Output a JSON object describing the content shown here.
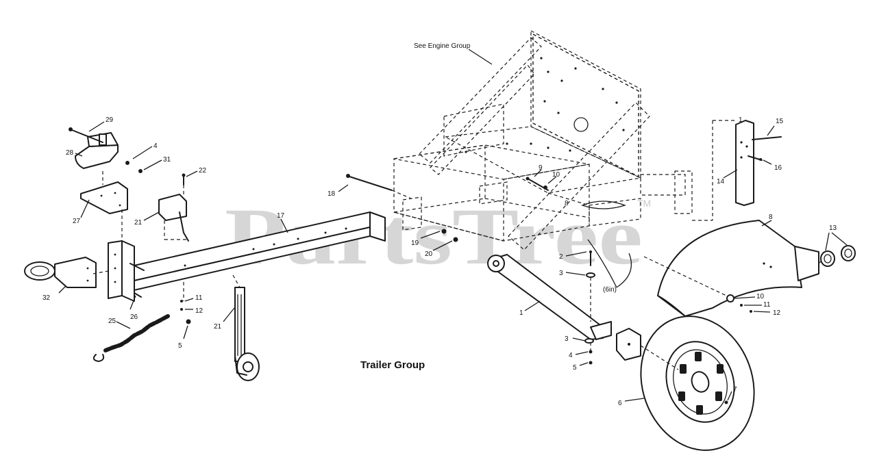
{
  "title": "Trailer Group",
  "note": "See Engine Group",
  "watermark": "PartsTree",
  "watermark_tm": "TM",
  "callouts": [
    {
      "id": "c29",
      "text": "29"
    },
    {
      "id": "c28",
      "text": "28"
    },
    {
      "id": "c4a",
      "text": "4"
    },
    {
      "id": "c31",
      "text": "31"
    },
    {
      "id": "c27",
      "text": "27"
    },
    {
      "id": "c22",
      "text": "22"
    },
    {
      "id": "c21a",
      "text": "21"
    },
    {
      "id": "c17",
      "text": "17"
    },
    {
      "id": "c18",
      "text": "18"
    },
    {
      "id": "c9",
      "text": "9"
    },
    {
      "id": "c10a",
      "text": "10"
    },
    {
      "id": "c19",
      "text": "19"
    },
    {
      "id": "c20",
      "text": "20"
    },
    {
      "id": "c32",
      "text": "32"
    },
    {
      "id": "c26",
      "text": "26"
    },
    {
      "id": "c25",
      "text": "25"
    },
    {
      "id": "c11a",
      "text": "11"
    },
    {
      "id": "c12a",
      "text": "12"
    },
    {
      "id": "c5a",
      "text": "5"
    },
    {
      "id": "c21b",
      "text": "21"
    },
    {
      "id": "c1a",
      "text": "1"
    },
    {
      "id": "c15",
      "text": "15"
    },
    {
      "id": "c16",
      "text": "16"
    },
    {
      "id": "c14",
      "text": "14"
    },
    {
      "id": "c8a",
      "text": "8"
    },
    {
      "id": "c8b",
      "text": "8"
    },
    {
      "id": "c13",
      "text": "13"
    },
    {
      "id": "c2",
      "text": "2"
    },
    {
      "id": "c3a",
      "text": "3"
    },
    {
      "id": "c6in",
      "text": "(6in)"
    },
    {
      "id": "c10b",
      "text": "10"
    },
    {
      "id": "c11b",
      "text": "11"
    },
    {
      "id": "c12b",
      "text": "12"
    },
    {
      "id": "c1b",
      "text": "1"
    },
    {
      "id": "c3b",
      "text": "3"
    },
    {
      "id": "c4b",
      "text": "4"
    },
    {
      "id": "c5b",
      "text": "5"
    },
    {
      "id": "c6",
      "text": "6"
    },
    {
      "id": "c7",
      "text": "7"
    }
  ],
  "colors": {
    "line": "#1a1a1a",
    "watermark": "#c9c9c9",
    "background": "#ffffff"
  }
}
